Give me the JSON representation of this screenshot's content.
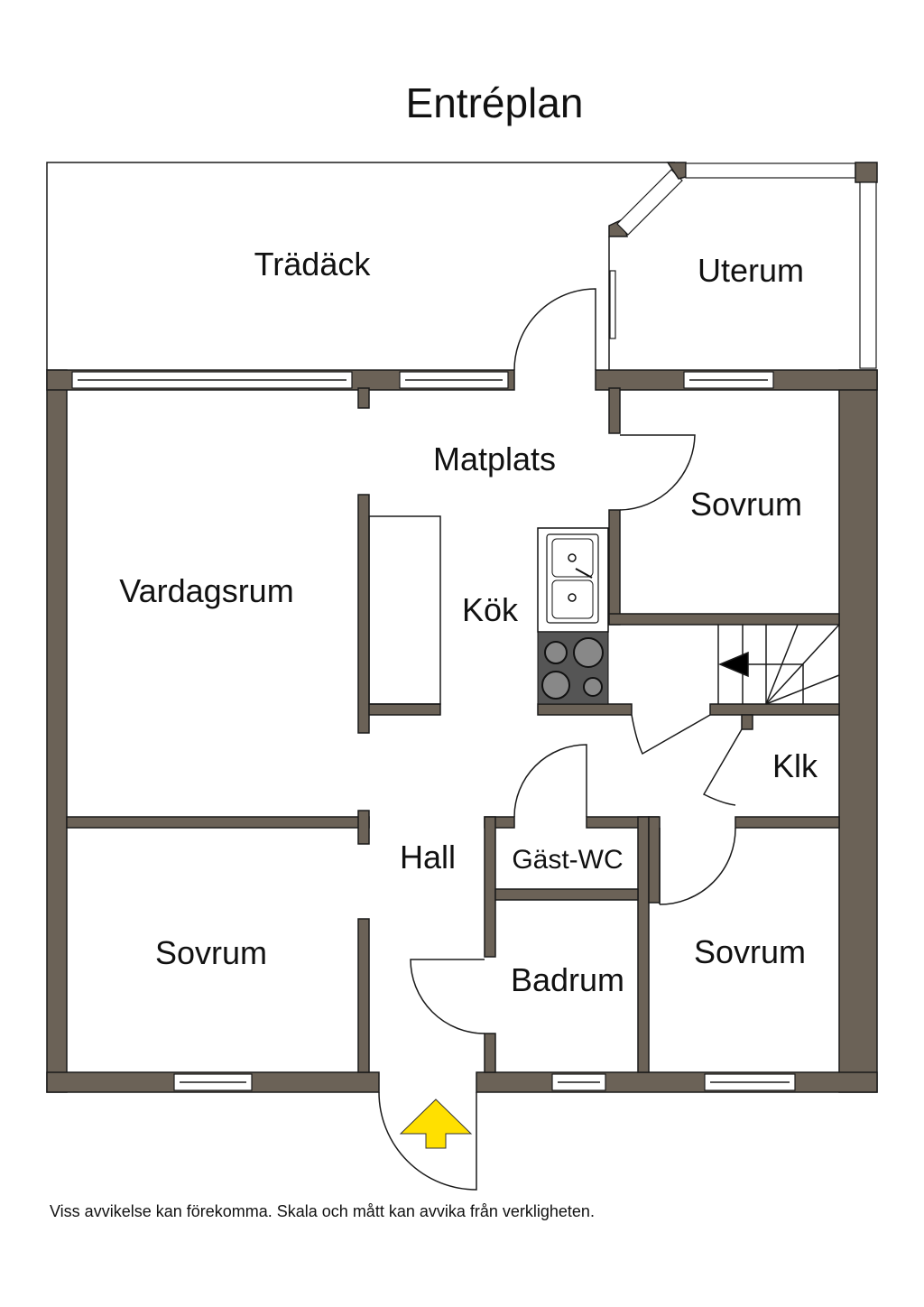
{
  "title": "Entréplan",
  "rooms": {
    "tradack": "Trädäck",
    "uterum": "Uterum",
    "matplats": "Matplats",
    "sovrum_ne": "Sovrum",
    "vardagsrum": "Vardagsrum",
    "kok": "Kök",
    "klk": "Klk",
    "hall": "Hall",
    "gast_wc": "Gäst-WC",
    "sovrum_sw": "Sovrum",
    "badrum": "Badrum",
    "sovrum_se": "Sovrum"
  },
  "colors": {
    "wall": "#6b6257",
    "entrance_arrow": "#ffe000"
  },
  "disclaimer": "Viss avvikelse kan förekomma. Skala och mått kan avvika från verkligheten."
}
